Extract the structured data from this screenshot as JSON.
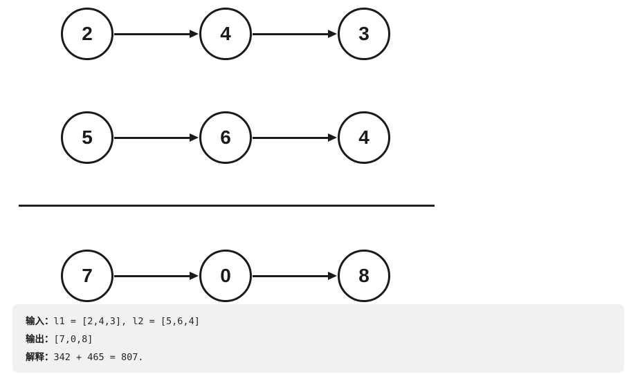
{
  "diagram": {
    "lists": [
      {
        "id": "l1",
        "nodes": [
          "2",
          "4",
          "3"
        ]
      },
      {
        "id": "l2",
        "nodes": [
          "5",
          "6",
          "4"
        ]
      },
      {
        "id": "sum",
        "nodes": [
          "7",
          "0",
          "8"
        ]
      }
    ]
  },
  "example": {
    "input_label": "输入：",
    "input_code": "l1 = [2,4,3], l2 = [5,6,4]",
    "output_label": "输出：",
    "output_code": "[7,0,8]",
    "explanation_label": "解释：",
    "explanation_code": "342 + 465 = 807."
  },
  "colors": {
    "stroke": "#1a1a1a",
    "example_background": "#f0f1f2",
    "page_background": "#ffffff"
  }
}
